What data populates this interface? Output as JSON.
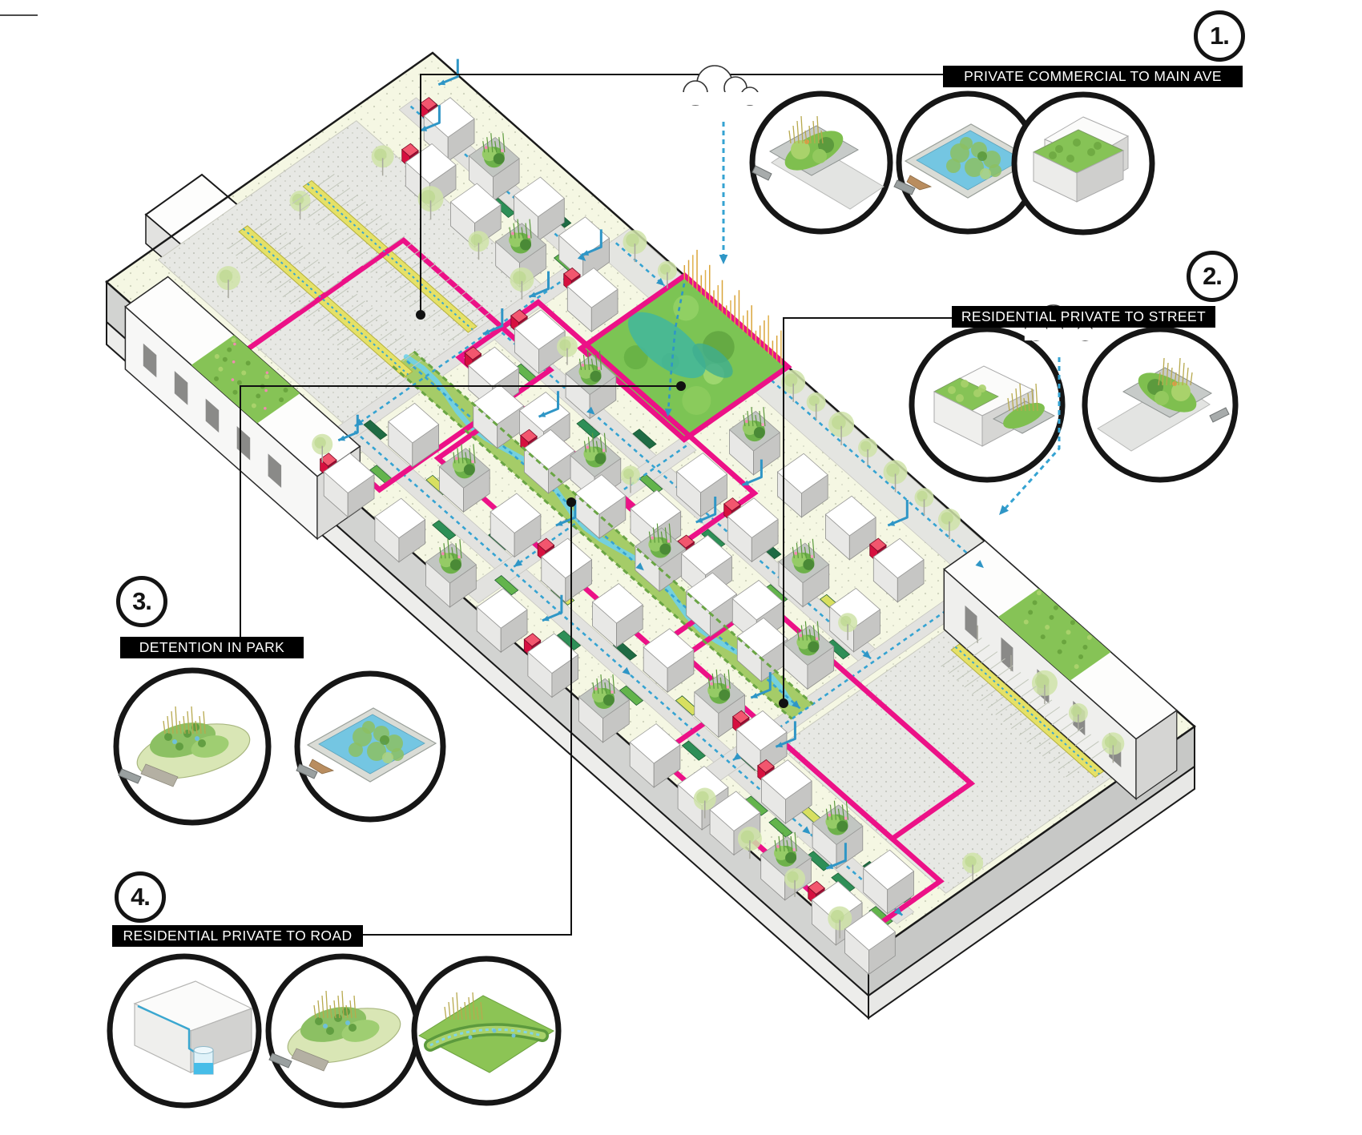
{
  "page": {
    "type": "axonometric-stormwater-strategy-diagram",
    "background": "#ffffff"
  },
  "callouts": [
    {
      "number": "1.",
      "label": "PRIVATE COMMERCIAL TO MAIN AVE",
      "vignettes": [
        "streetside-stormwater-planter",
        "vegetated-detention-basin",
        "green-roof-commercial-building"
      ]
    },
    {
      "number": "2.",
      "label": "RESIDENTIAL PRIVATE TO STREET",
      "vignettes": [
        "green-roof-house-with-planter",
        "streetside-stormwater-planter"
      ]
    },
    {
      "number": "3.",
      "label": "DETENTION IN PARK",
      "vignettes": [
        "park-detention-pond",
        "vegetated-detention-basin"
      ]
    },
    {
      "number": "4.",
      "label": "RESIDENTIAL PRIVATE TO ROAD",
      "vignettes": [
        "rooftop-cistern-building",
        "park-detention-pond",
        "vegetated-swale"
      ]
    }
  ],
  "site_plan": {
    "features": [
      "commercial-building-with-green-roof-nw",
      "parking-lot-with-infiltration-strips-nw",
      "residential-blocks-with-rain-barrels-and-green-roofs",
      "green-street-bioswale-corridor",
      "central-park-detention-area",
      "commercial-building-with-green-roof-se",
      "parking-lot-with-infiltration-strip-se"
    ]
  },
  "icons": {
    "rain_cloud_main": "cloud-with-dashed-rain",
    "rain_cloud_residential": "cloud-with-dashed-rain"
  },
  "colors": {
    "highlight_pink": "#EC1187",
    "flow_teal": "#35A3D2",
    "stream_blue": "#6FD0EA",
    "park_green": "#7CC454",
    "corridor_green": "#A5CC68",
    "ground_cream": "#F5F7E3",
    "label_bar_bg": "#000000",
    "label_bar_text": "#FFFFFF",
    "rain_barrel_red": "#D6103F"
  }
}
